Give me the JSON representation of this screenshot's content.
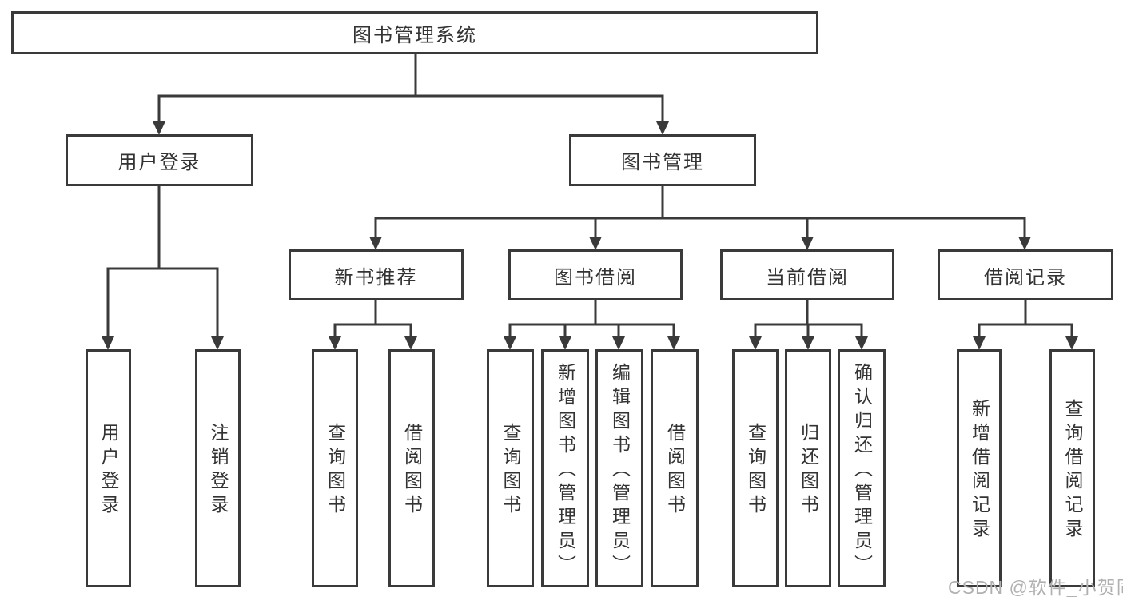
{
  "diagram": {
    "root": {
      "label": "图书管理系统"
    },
    "branches": [
      {
        "label": "用户登录",
        "children": [
          {
            "label": "用户登录"
          },
          {
            "label": "注销登录"
          }
        ]
      },
      {
        "label": "图书管理",
        "children": [
          {
            "label": "新书推荐",
            "children": [
              {
                "label": "查询图书"
              },
              {
                "label": "借阅图书"
              }
            ]
          },
          {
            "label": "图书借阅",
            "children": [
              {
                "label": "查询图书"
              },
              {
                "label": "新增图书（管理员）"
              },
              {
                "label": "编辑图书（管理员）"
              },
              {
                "label": "借阅图书"
              }
            ]
          },
          {
            "label": "当前借阅",
            "children": [
              {
                "label": "查询图书"
              },
              {
                "label": "归还图书"
              },
              {
                "label": "确认归还（管理员）"
              }
            ]
          },
          {
            "label": "借阅记录",
            "children": [
              {
                "label": "新增借阅记录"
              },
              {
                "label": "查询借阅记录"
              }
            ]
          }
        ]
      }
    ]
  },
  "watermark": {
    "text": "CSDN @软件_小贺同学"
  },
  "colors": {
    "line": "#3a3a3a",
    "text": "#333333",
    "background": "#ffffff",
    "watermark": "#b0b0b0"
  }
}
